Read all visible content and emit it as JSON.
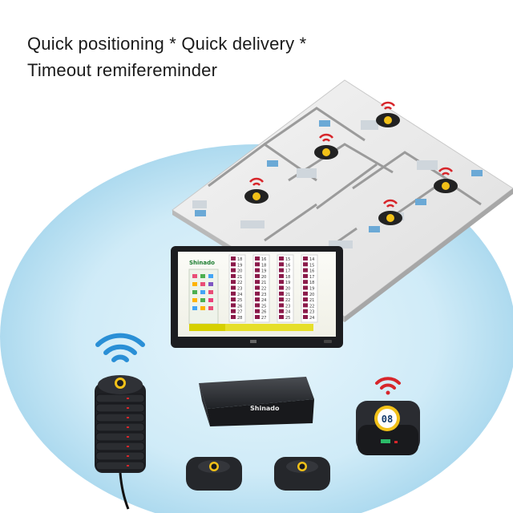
{
  "headline": {
    "line1": "Quick positioning * Quick delivery *",
    "line2": "Timeout remifereminder"
  },
  "tablet": {
    "brand_label": "Shinado",
    "columns": [
      [
        "18",
        "19",
        "20",
        "21",
        "22",
        "23",
        "24",
        "25",
        "26",
        "27",
        "28"
      ],
      [
        "16",
        "18",
        "19",
        "20",
        "21",
        "22",
        "23",
        "24",
        "25",
        "26",
        "27"
      ],
      [
        "15",
        "16",
        "17",
        "18",
        "19",
        "20",
        "21",
        "22",
        "23",
        "24",
        "25"
      ],
      [
        "14",
        "15",
        "16",
        "17",
        "18",
        "19",
        "20",
        "21",
        "22",
        "23",
        "24"
      ]
    ]
  },
  "transmitter": {
    "brand_label": "Shinado"
  },
  "big_pager": {
    "display": "08"
  },
  "colors": {
    "wifi_blue": "#2a8fd6",
    "signal_red": "#d7262b",
    "floor_glow": "#bfe3f4",
    "pager_accent": "#f2c118"
  }
}
